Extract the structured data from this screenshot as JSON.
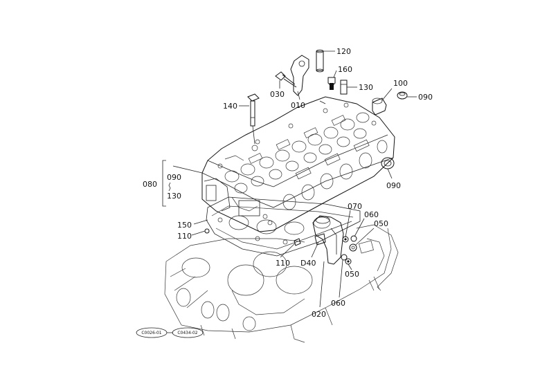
{
  "callouts": {
    "p120": "120",
    "p160": "160",
    "p130_top": "130",
    "p100": "100",
    "p090_top": "090",
    "p030": "030",
    "p010": "010",
    "p140": "140",
    "p080": "080",
    "p090_group": "090",
    "p130_group": "130",
    "p090_right": "090",
    "p150": "150",
    "p110_left": "110",
    "p110_mid": "110",
    "p040": "D40",
    "p070": "070",
    "p060_top": "060",
    "p050_top": "050",
    "p050_bottom": "050",
    "p060_bottom": "060",
    "p020": "020"
  },
  "references": {
    "ref_left": "C0026-01",
    "ref_right": "C0434-02"
  }
}
